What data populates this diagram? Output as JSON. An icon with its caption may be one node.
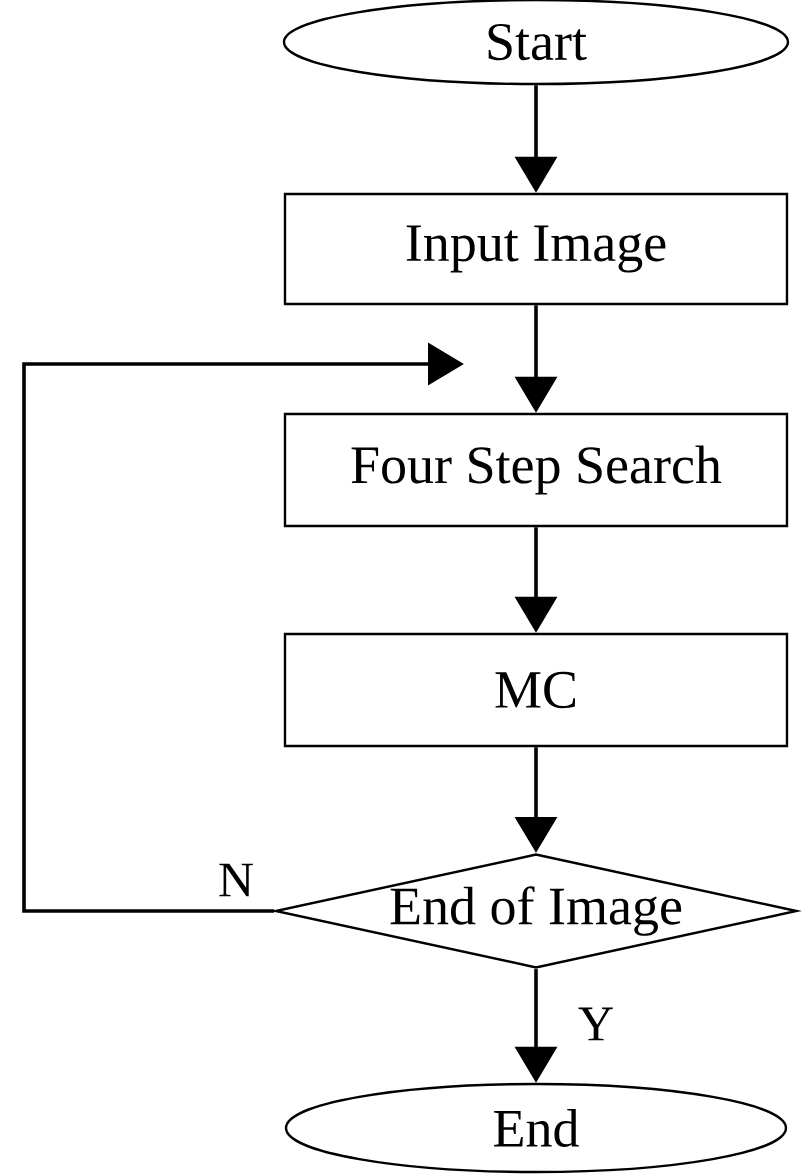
{
  "diagram": {
    "nodes": [
      {
        "text": [
          "Start"
        ]
      },
      {
        "text": [
          "Input Image"
        ]
      },
      {
        "text": [
          "Four Step Search"
        ]
      },
      {
        "text": [
          "MC"
        ]
      },
      {
        "text": [
          "End of Image"
        ]
      },
      {
        "text": [
          "End"
        ]
      }
    ],
    "edges": [
      {
        "from": 0,
        "to": 1,
        "arrow": "to"
      },
      {
        "from": 1,
        "to": 2,
        "arrow": "to"
      },
      {
        "from": 2,
        "to": 3,
        "arrow": "to"
      },
      {
        "from": 3,
        "to": 4,
        "arrow": "to"
      },
      {
        "from": 4,
        "to": 5,
        "arrow": "to",
        "label": "Y"
      },
      {
        "from": 4,
        "to": null,
        "arrow": "to",
        "label": "N"
      }
    ]
  }
}
